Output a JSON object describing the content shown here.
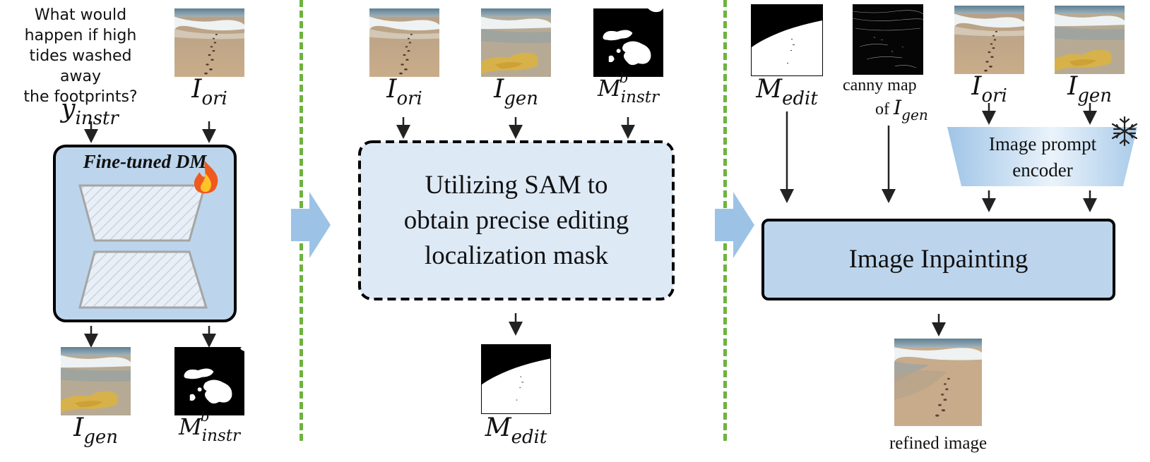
{
  "stage1": {
    "question_lines": [
      "What would",
      "happen if high",
      "tides washed away",
      "the footprints?"
    ],
    "instr_label": {
      "base": "y",
      "sub": "instr"
    },
    "ori_label": {
      "base": "I",
      "sub": "ori"
    },
    "model_label": "Fine-tuned DM",
    "gen_label": {
      "base": "I",
      "sub": "gen"
    },
    "mask_label": {
      "base": "M",
      "sup": "b",
      "sub": "instr"
    }
  },
  "stage2": {
    "ori_label": {
      "base": "I",
      "sub": "ori"
    },
    "gen_label": {
      "base": "I",
      "sub": "gen"
    },
    "mask_label": {
      "base": "M",
      "sup": "b",
      "sub": "instr"
    },
    "box_lines": [
      "Utilizing SAM to",
      "obtain precise editing",
      "localization mask"
    ],
    "edit_label": {
      "base": "M",
      "sub": "edit"
    }
  },
  "stage3": {
    "edit_label": {
      "base": "M",
      "sub": "edit"
    },
    "canny_line1": "canny map",
    "canny_line2_prefix": "of",
    "canny_label": {
      "base": "I",
      "sub": "gen"
    },
    "ori_label": {
      "base": "I",
      "sub": "ori"
    },
    "gen_label": {
      "base": "I",
      "sub": "gen"
    },
    "encoder_lines": [
      "Image prompt",
      "encoder"
    ],
    "inpaint_label": "Image Inpainting",
    "refined_label": "refined image"
  },
  "colors": {
    "box_fill": "#bcd5ec",
    "light_box_fill": "#dde9f5",
    "arrow_blue": "#9cc3e6",
    "divider_green": "#6db33f"
  }
}
